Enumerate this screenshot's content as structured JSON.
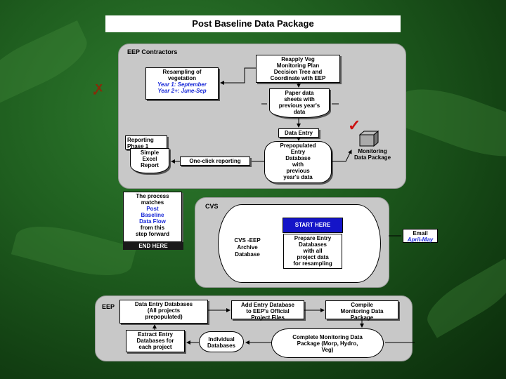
{
  "title": "Post Baseline Data Package",
  "regions": {
    "eep_contractors": "EEP Contractors",
    "cvs": "CVS",
    "eep": "EEP"
  },
  "contractors": {
    "resampling": [
      "Resampling of",
      "vegetation"
    ],
    "resampling_years": [
      "Year 1: September",
      "Year 2+: June-Sep"
    ],
    "reapply": [
      "Reapply Veg",
      "Monitoring Plan",
      "Decision Tree and",
      "Coordinate with EEP"
    ],
    "paper": [
      "Paper data",
      "sheets with",
      "previous year's",
      "data"
    ],
    "data_entry": "Data Entry",
    "prepopulated": [
      "Prepopulated",
      "Entry",
      "Database",
      "with",
      "previous",
      "year's data"
    ],
    "monitoring_package": [
      "Monitoring",
      "Data Package"
    ],
    "reporting": [
      "Reporting",
      "Phase 1"
    ],
    "simple_excel": [
      "Simple",
      "Excel",
      "Report"
    ],
    "one_click": "One-click reporting"
  },
  "process_note": {
    "lines": [
      "The process",
      "matches"
    ],
    "highlight": [
      "Post",
      "Baseline",
      "Data Flow"
    ],
    "lines2": [
      "from this",
      "step forward"
    ],
    "end": "END HERE"
  },
  "cvs": {
    "start": "START HERE",
    "archive": [
      "CVS -EEP",
      "Archive",
      "Database"
    ],
    "prepare": [
      "Prepare Entry",
      "Databases",
      "with all",
      "project data",
      "for resampling"
    ]
  },
  "email": {
    "label": "Email",
    "months": "April-May"
  },
  "eep": {
    "entry_dbs": [
      "Data Entry Databases",
      "(All projects",
      "prepopulated)"
    ],
    "add_entry": [
      "Add Entry Database",
      "to EEP's Official",
      "Project Files"
    ],
    "compile": [
      "Compile",
      "Monitoring Data",
      "Package"
    ],
    "extract": [
      "Extract Entry",
      "Databases for",
      "each project"
    ],
    "individual": [
      "Individual",
      "Databases"
    ],
    "complete": [
      "Complete Monitoring Data",
      "Package (Morp, Hydro,",
      "Veg)"
    ]
  }
}
